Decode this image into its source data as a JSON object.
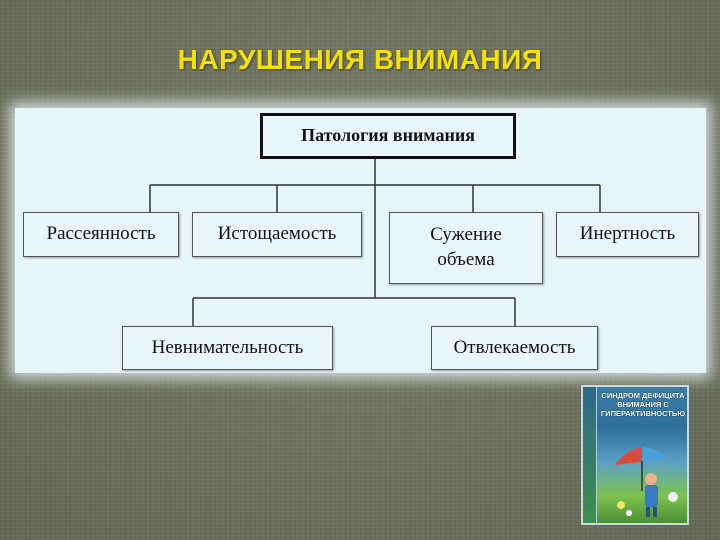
{
  "title": "НАРУШЕНИЯ ВНИМАНИЯ",
  "diagram": {
    "root": "Патология внимания",
    "level1": [
      "Рассеянность",
      "Истощаемость",
      "Сужение объема",
      "Инертность"
    ],
    "level2": [
      "Невнимательность",
      "Отвлекаемость"
    ]
  },
  "book": {
    "title": "СИНДРОМ ДЕФИЦИТА ВНИМАНИЯ С ГИПЕРАКТИВНОСТЬЮ"
  }
}
